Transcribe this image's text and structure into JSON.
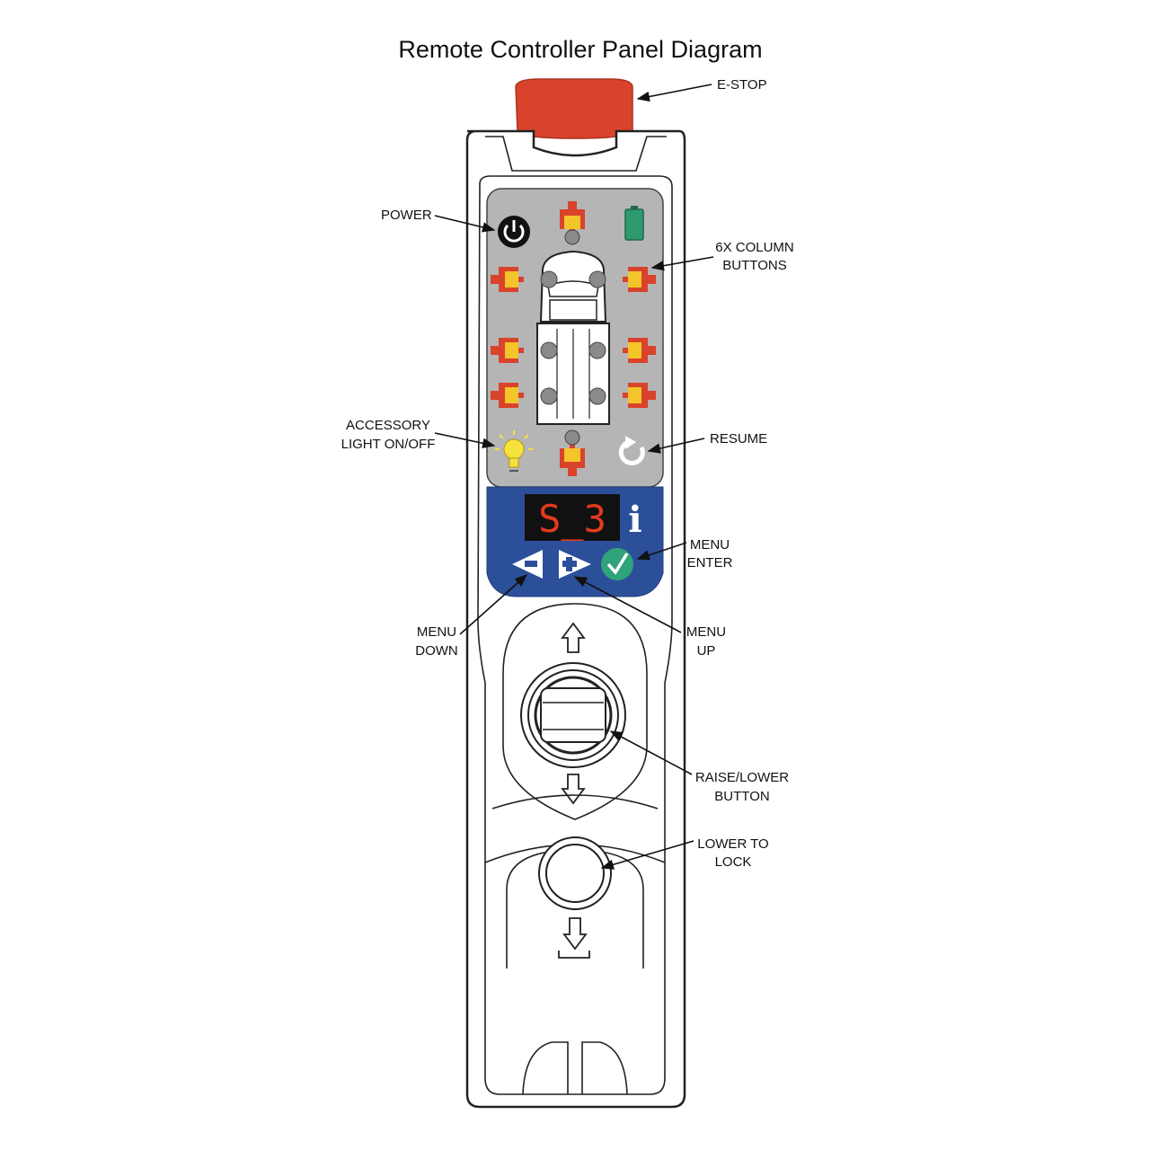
{
  "title": "Remote Controller Panel Diagram",
  "display_text": "S_3",
  "info_glyph": "i",
  "labels": {
    "estop": "E-STOP",
    "power": "POWER",
    "column_buttons_1": "6X COLUMN",
    "column_buttons_2": "BUTTONS",
    "accessory_1": "ACCESSORY",
    "accessory_2": "LIGHT ON/OFF",
    "resume": "RESUME",
    "menu_enter_1": "MENU",
    "menu_enter_2": "ENTER",
    "menu_down_1": "MENU",
    "menu_down_2": "DOWN",
    "menu_up_1": "MENU",
    "menu_up_2": "UP",
    "raise_lower_1": "RAISE/LOWER",
    "raise_lower_2": "BUTTON",
    "lower_lock_1": "LOWER TO",
    "lower_lock_2": "LOCK"
  },
  "colors": {
    "estop": "#d9432b",
    "panel": "#b5b5b5",
    "menu_panel": "#2c4f9a",
    "display_bg": "#111111",
    "display_text": "#e43a1e",
    "battery": "#2e9a6e",
    "enter_button": "#2fa37a",
    "bulb": "#f6e23c",
    "column_red": "#d9432b",
    "column_yellow": "#f3c52b"
  },
  "icons": [
    "power-icon",
    "battery-icon",
    "bulb-icon",
    "resume-icon",
    "info-icon",
    "minus-arrow-icon",
    "plus-arrow-icon",
    "check-icon",
    "up-arrow-icon",
    "down-arrow-icon",
    "lower-to-lock-icon",
    "column-lift-icon",
    "vehicle-icon"
  ]
}
